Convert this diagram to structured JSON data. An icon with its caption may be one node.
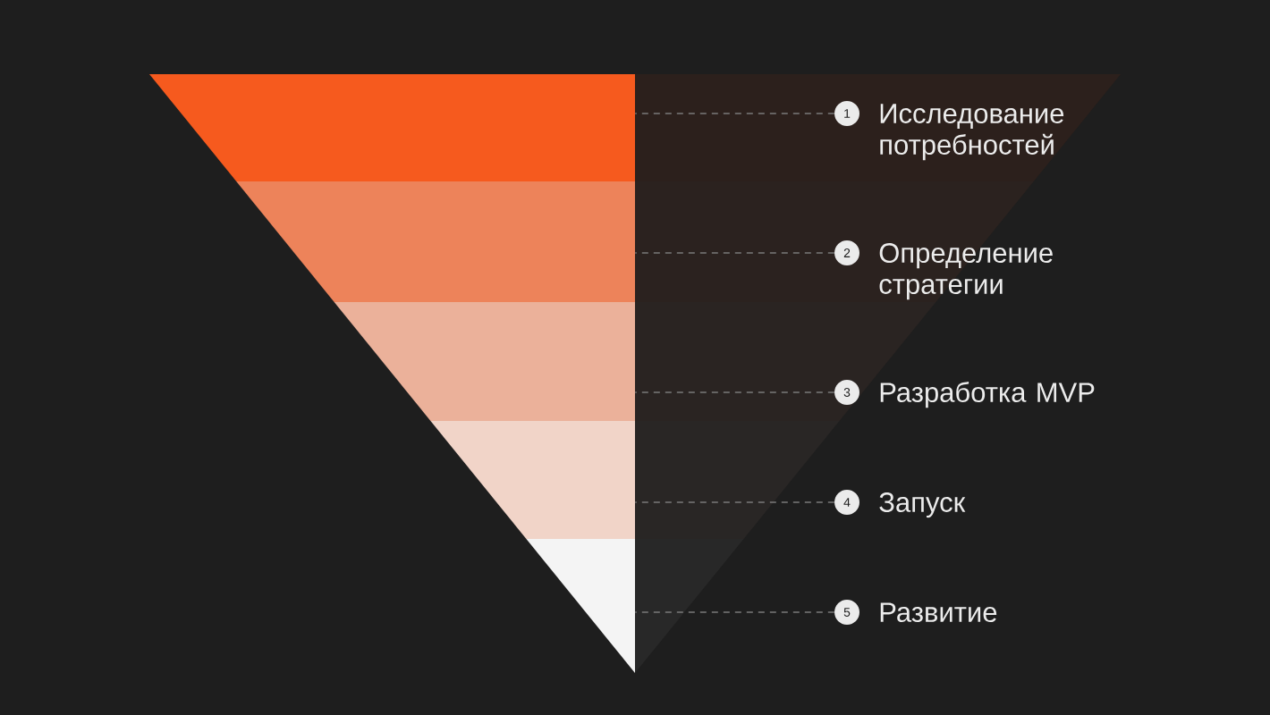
{
  "diagram": {
    "nodes": [
      {
        "text": [],
        "shape": "bar"
      },
      {
        "text": [],
        "shape": "bar"
      },
      {
        "text": [],
        "shape": "bar"
      },
      {
        "text": [],
        "shape": "bar"
      },
      {
        "text": [],
        "shape": "bar"
      },
      {
        "text": [
          "1"
        ],
        "beside": [
          "Исследование потребностей"
        ]
      },
      {
        "text": [
          "2"
        ],
        "beside": [
          "Определение стратегии"
        ]
      },
      {
        "text": [
          "3"
        ],
        "beside": [
          "Разработка MVP"
        ]
      },
      {
        "text": [
          "4"
        ],
        "beside": [
          "Запуск"
        ]
      },
      {
        "text": [
          "5"
        ],
        "beside": [
          "Развитие"
        ]
      }
    ],
    "edges": [
      {
        "from": 5,
        "to": 0,
        "arrow": "none",
        "style": "dashed"
      },
      {
        "from": 6,
        "to": 1,
        "arrow": "none",
        "style": "dashed"
      },
      {
        "from": 7,
        "to": 2,
        "arrow": "none",
        "style": "dashed"
      },
      {
        "from": 8,
        "to": 3,
        "arrow": "none",
        "style": "dashed"
      },
      {
        "from": 9,
        "to": 4,
        "arrow": "none",
        "style": "dashed"
      }
    ]
  }
}
